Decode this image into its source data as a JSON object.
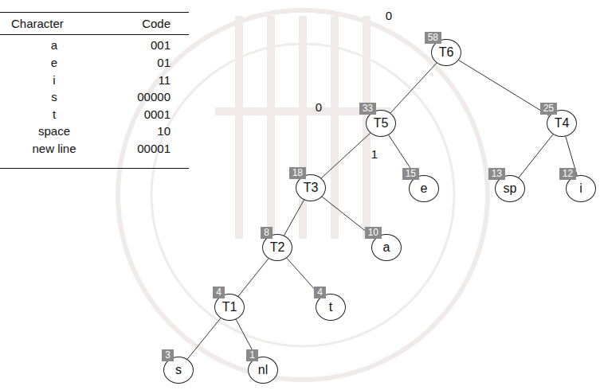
{
  "diagram": {
    "nodes": [
      {
        "text": [
          "58",
          "T6"
        ]
      },
      {
        "text": [
          "33",
          "T5"
        ]
      },
      {
        "text": [
          "25",
          "T4"
        ]
      },
      {
        "text": [
          "18",
          "T3"
        ]
      },
      {
        "text": [
          "15",
          "e"
        ]
      },
      {
        "text": [
          "13",
          "sp"
        ]
      },
      {
        "text": [
          "12",
          "i"
        ]
      },
      {
        "text": [
          "8",
          "T2"
        ]
      },
      {
        "text": [
          "10",
          "a"
        ]
      },
      {
        "text": [
          "4",
          "T1"
        ]
      },
      {
        "text": [
          "4",
          "t"
        ]
      },
      {
        "text": [
          "3",
          "s"
        ]
      },
      {
        "text": [
          "1",
          "nl"
        ]
      }
    ],
    "edges": [
      {
        "from": 0,
        "to": 1,
        "arrow": "none"
      },
      {
        "from": 0,
        "to": 2,
        "arrow": "none"
      },
      {
        "from": 1,
        "to": 3,
        "arrow": "none"
      },
      {
        "from": 1,
        "to": 4,
        "arrow": "none"
      },
      {
        "from": 2,
        "to": 5,
        "arrow": "none"
      },
      {
        "from": 2,
        "to": 6,
        "arrow": "none"
      },
      {
        "from": 3,
        "to": 7,
        "arrow": "none"
      },
      {
        "from": 3,
        "to": 8,
        "arrow": "none"
      },
      {
        "from": 7,
        "to": 9,
        "arrow": "none"
      },
      {
        "from": 7,
        "to": 10,
        "arrow": "none"
      },
      {
        "from": 9,
        "to": 11,
        "arrow": "none"
      },
      {
        "from": 9,
        "to": 12,
        "arrow": "none"
      }
    ],
    "labels": [
      "Character",
      "Code",
      "a",
      "001",
      "e",
      "01",
      "i",
      "11",
      "s",
      "00000",
      "t",
      "0001",
      "space",
      "10",
      "new line",
      "00001",
      "0",
      "0",
      "1"
    ]
  }
}
